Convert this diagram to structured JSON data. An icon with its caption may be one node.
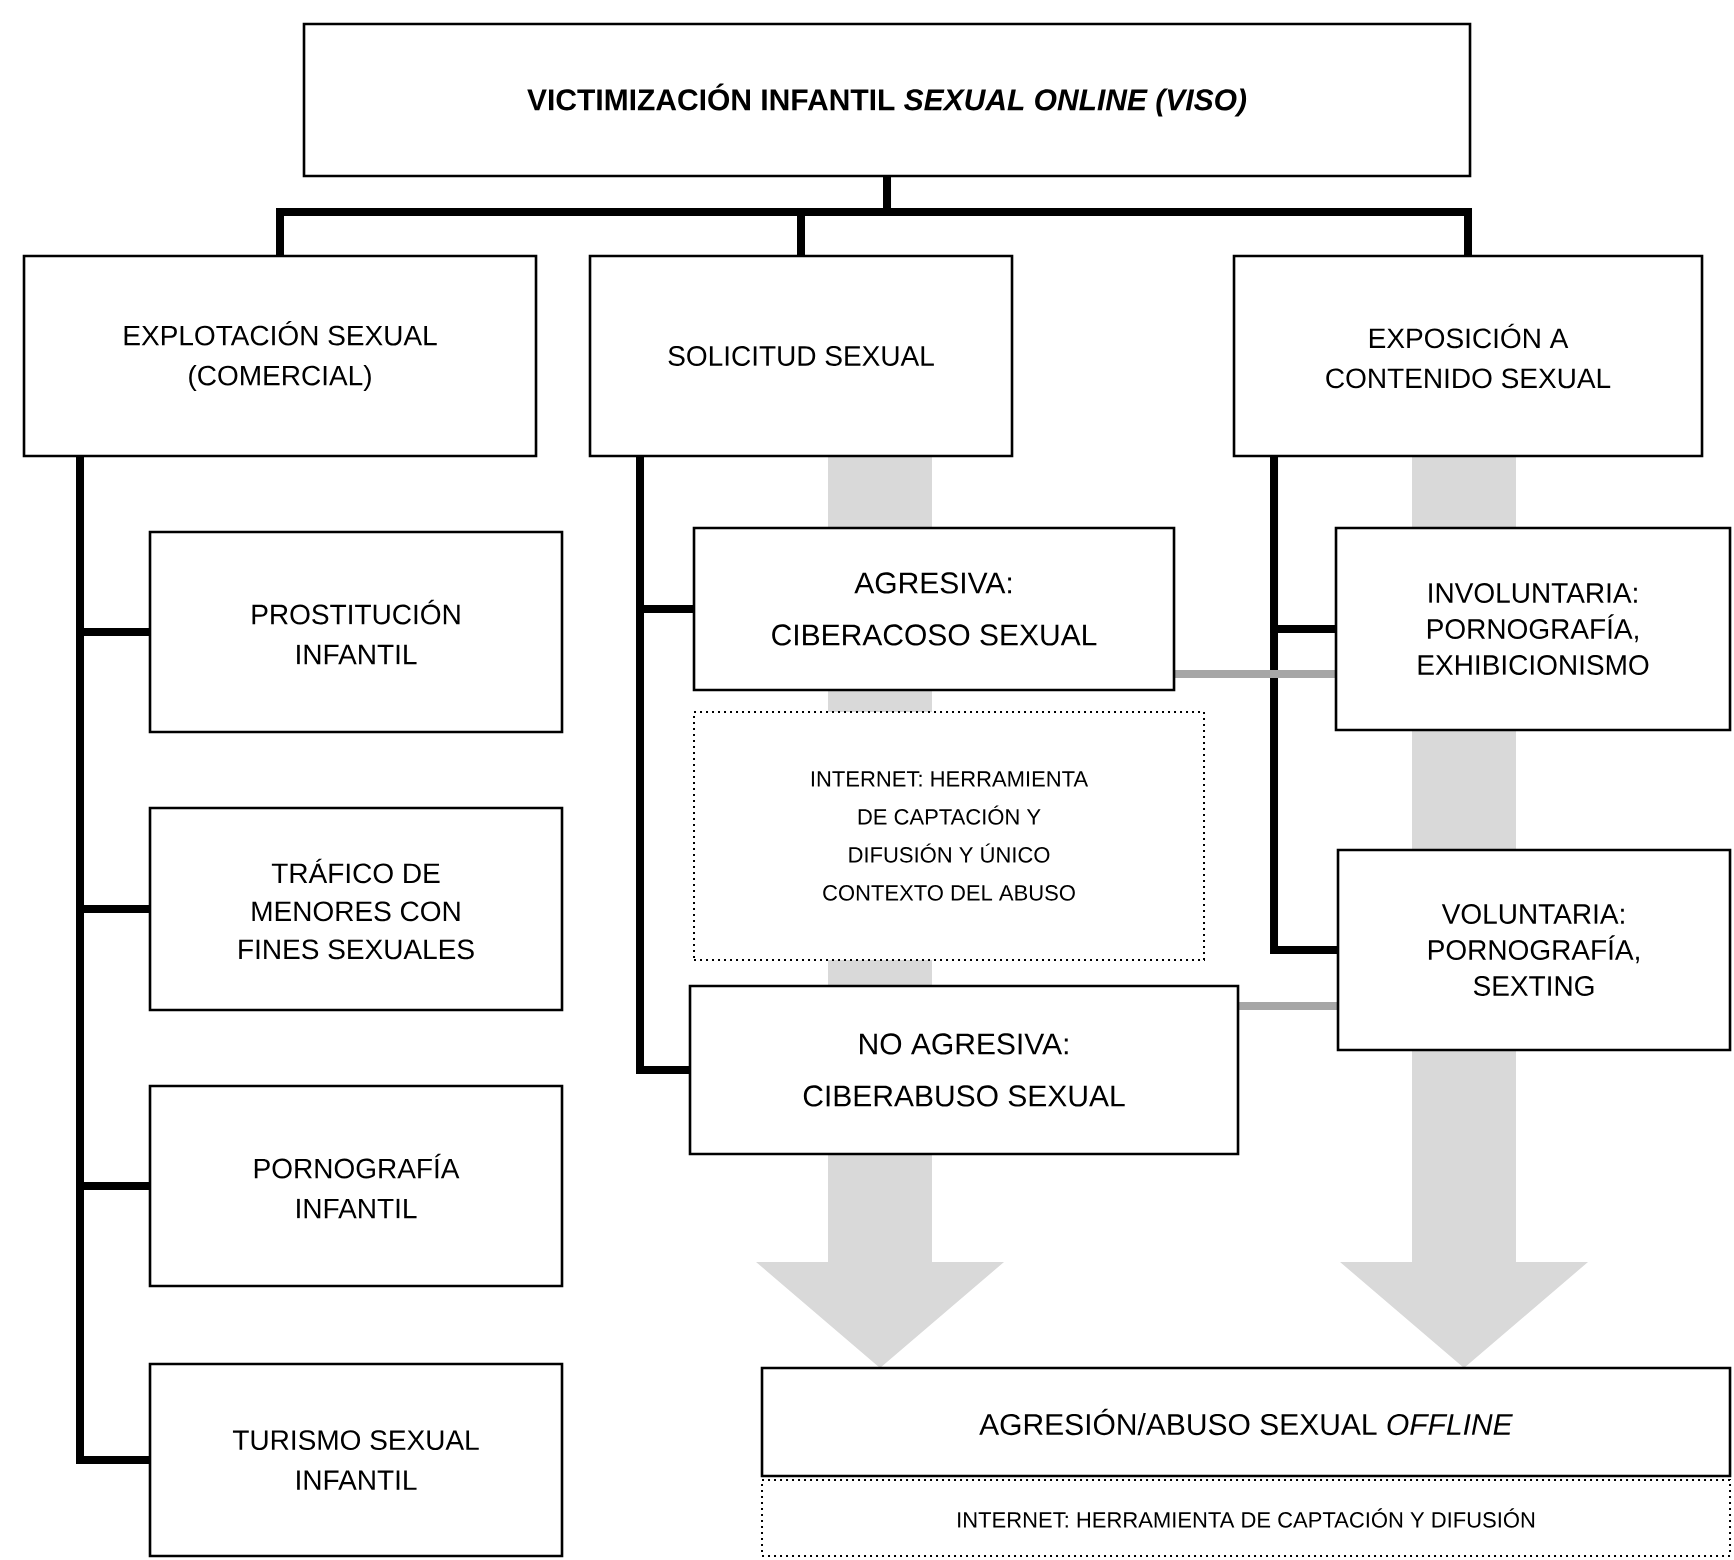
{
  "diagram": {
    "nodes": [
      {
        "text": [
          "VICTIMIZACIÓN INFANTIL *SEXUAL ONLINE (VISO)*"
        ]
      },
      {
        "text": [
          "EXPLOTACIÓN SEXUAL (COMERCIAL)"
        ]
      },
      {
        "text": [
          "SOLICITUD SEXUAL"
        ]
      },
      {
        "text": [
          "EXPOSICIÓN A CONTENIDO SEXUAL"
        ]
      },
      {
        "text": [
          "PROSTITUCIÓN INFANTIL"
        ]
      },
      {
        "text": [
          "TRÁFICO DE MENORES CON FINES SEXUALES"
        ]
      },
      {
        "text": [
          "PORNOGRAFÍA INFANTIL"
        ]
      },
      {
        "text": [
          "TURISMO SEXUAL INFANTIL"
        ]
      },
      {
        "text": [
          "AGRESIVA: CIBERACOSO SEXUAL"
        ]
      },
      {
        "text": [
          "INTERNET: HERRAMIENTA DE CAPTACIÓN Y DIFUSIÓN Y ÚNICO CONTEXTO DEL ABUSO"
        ]
      },
      {
        "text": [
          "NO AGRESIVA: CIBERABUSO SEXUAL"
        ]
      },
      {
        "text": [
          "INVOLUNTARIA: PORNOGRAFÍA, EXHIBICIONISMO"
        ]
      },
      {
        "text": [
          "VOLUNTARIA: PORNOGRAFÍA, SEXTING"
        ]
      },
      {
        "text": [
          "AGRESIÓN/ABUSO SEXUAL *OFFLINE*"
        ]
      },
      {
        "text": [
          "INTERNET: HERRAMIENTA DE CAPTACIÓN Y DIFUSIÓN"
        ]
      }
    ],
    "edges": [
      {
        "from": 0,
        "to": 1,
        "arrow": "none"
      },
      {
        "from": 0,
        "to": 2,
        "arrow": "none"
      },
      {
        "from": 0,
        "to": 3,
        "arrow": "none"
      },
      {
        "from": 1,
        "to": 4,
        "arrow": "none"
      },
      {
        "from": 1,
        "to": 5,
        "arrow": "none"
      },
      {
        "from": 1,
        "to": 6,
        "arrow": "none"
      },
      {
        "from": 1,
        "to": 7,
        "arrow": "none"
      },
      {
        "from": 2,
        "to": 8,
        "arrow": "none"
      },
      {
        "from": 2,
        "to": 10,
        "arrow": "none"
      },
      {
        "from": 3,
        "to": 11,
        "arrow": "none"
      },
      {
        "from": 3,
        "to": 12,
        "arrow": "none"
      },
      {
        "from": 8,
        "to": 11,
        "arrow": "none",
        "color": "#a6a6a6"
      },
      {
        "from": 10,
        "to": 12,
        "arrow": "none",
        "color": "#a6a6a6"
      },
      {
        "from": 2,
        "to": 13,
        "arrow": "to",
        "style": "thick",
        "color": "#d9d9d9"
      },
      {
        "from": 3,
        "to": 13,
        "arrow": "to",
        "style": "thick",
        "color": "#d9d9d9"
      }
    ]
  }
}
